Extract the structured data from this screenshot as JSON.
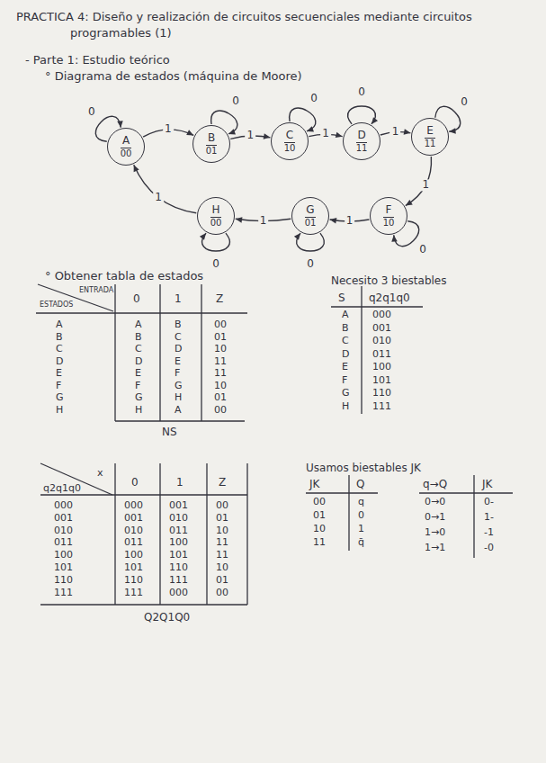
{
  "diagram": {
    "title": "PRACTICA 4: Diseño y realización de circuitos secuenciales mediante circuitos programables (1)",
    "nodes": [
      {
        "text": [
          "A",
          "00"
        ]
      },
      {
        "text": [
          "B",
          "01"
        ]
      },
      {
        "text": [
          "C",
          "10"
        ]
      },
      {
        "text": [
          "D",
          "11"
        ]
      },
      {
        "text": [
          "E",
          "11"
        ]
      },
      {
        "text": [
          "F",
          "10"
        ]
      },
      {
        "text": [
          "G",
          "01"
        ]
      },
      {
        "text": [
          "H",
          "00"
        ]
      }
    ],
    "edges": [
      {
        "from": 0,
        "to": 1,
        "label": "1",
        "arrow": "to"
      },
      {
        "from": 1,
        "to": 2,
        "label": "1",
        "arrow": "to"
      },
      {
        "from": 2,
        "to": 3,
        "label": "1",
        "arrow": "to"
      },
      {
        "from": 3,
        "to": 4,
        "label": "1",
        "arrow": "to"
      },
      {
        "from": 4,
        "to": 5,
        "label": "1",
        "arrow": "to"
      },
      {
        "from": 5,
        "to": 6,
        "label": "1",
        "arrow": "to"
      },
      {
        "from": 6,
        "to": 7,
        "label": "1",
        "arrow": "to"
      },
      {
        "from": 7,
        "to": 0,
        "label": "1",
        "arrow": "to"
      },
      {
        "from": 0,
        "to": 0,
        "label": "0",
        "arrow": "to"
      },
      {
        "from": 1,
        "to": 1,
        "label": "0",
        "arrow": "to"
      },
      {
        "from": 2,
        "to": 2,
        "label": "0",
        "arrow": "to"
      },
      {
        "from": 3,
        "to": 3,
        "label": "0",
        "arrow": "to"
      },
      {
        "from": 4,
        "to": 4,
        "label": "0",
        "arrow": "to"
      },
      {
        "from": 5,
        "to": 5,
        "label": "0",
        "arrow": "to"
      },
      {
        "from": 6,
        "to": 6,
        "label": "0",
        "arrow": "to"
      },
      {
        "from": 7,
        "to": 7,
        "label": "0",
        "arrow": "to"
      }
    ],
    "labels": [
      "- Parte 1: Estudio teórico",
      "° Diagrama de estados (máquina de Moore)",
      "° Obtener tabla de estados",
      "ENTRADA",
      "ESTADOS",
      "0",
      "1",
      "Z",
      "A",
      "A",
      "B",
      "00",
      "B",
      "B",
      "C",
      "01",
      "C",
      "C",
      "D",
      "10",
      "D",
      "D",
      "E",
      "11",
      "E",
      "E",
      "F",
      "11",
      "F",
      "F",
      "G",
      "10",
      "G",
      "G",
      "H",
      "01",
      "H",
      "H",
      "A",
      "00",
      "NS",
      "Necesito 3 biestables",
      "S",
      "q2q1q0",
      "A",
      "000",
      "B",
      "001",
      "C",
      "010",
      "D",
      "011",
      "E",
      "100",
      "F",
      "101",
      "G",
      "110",
      "H",
      "111",
      "x",
      "q2q1q0",
      "0",
      "1",
      "Z",
      "000",
      "000",
      "001",
      "00",
      "001",
      "001",
      "010",
      "01",
      "010",
      "010",
      "011",
      "10",
      "011",
      "011",
      "100",
      "11",
      "100",
      "100",
      "101",
      "11",
      "101",
      "101",
      "110",
      "10",
      "110",
      "110",
      "111",
      "01",
      "111",
      "111",
      "000",
      "00",
      "Q2Q1Q0",
      "Usamos biestables JK",
      "JK",
      "Q",
      "00",
      "q",
      "01",
      "0",
      "10",
      "1",
      "11",
      "q̄",
      "q→Q",
      "JK",
      "0→0",
      "0-",
      "0→1",
      "1-",
      "1→0",
      "-1",
      "1→1",
      "-0"
    ]
  }
}
